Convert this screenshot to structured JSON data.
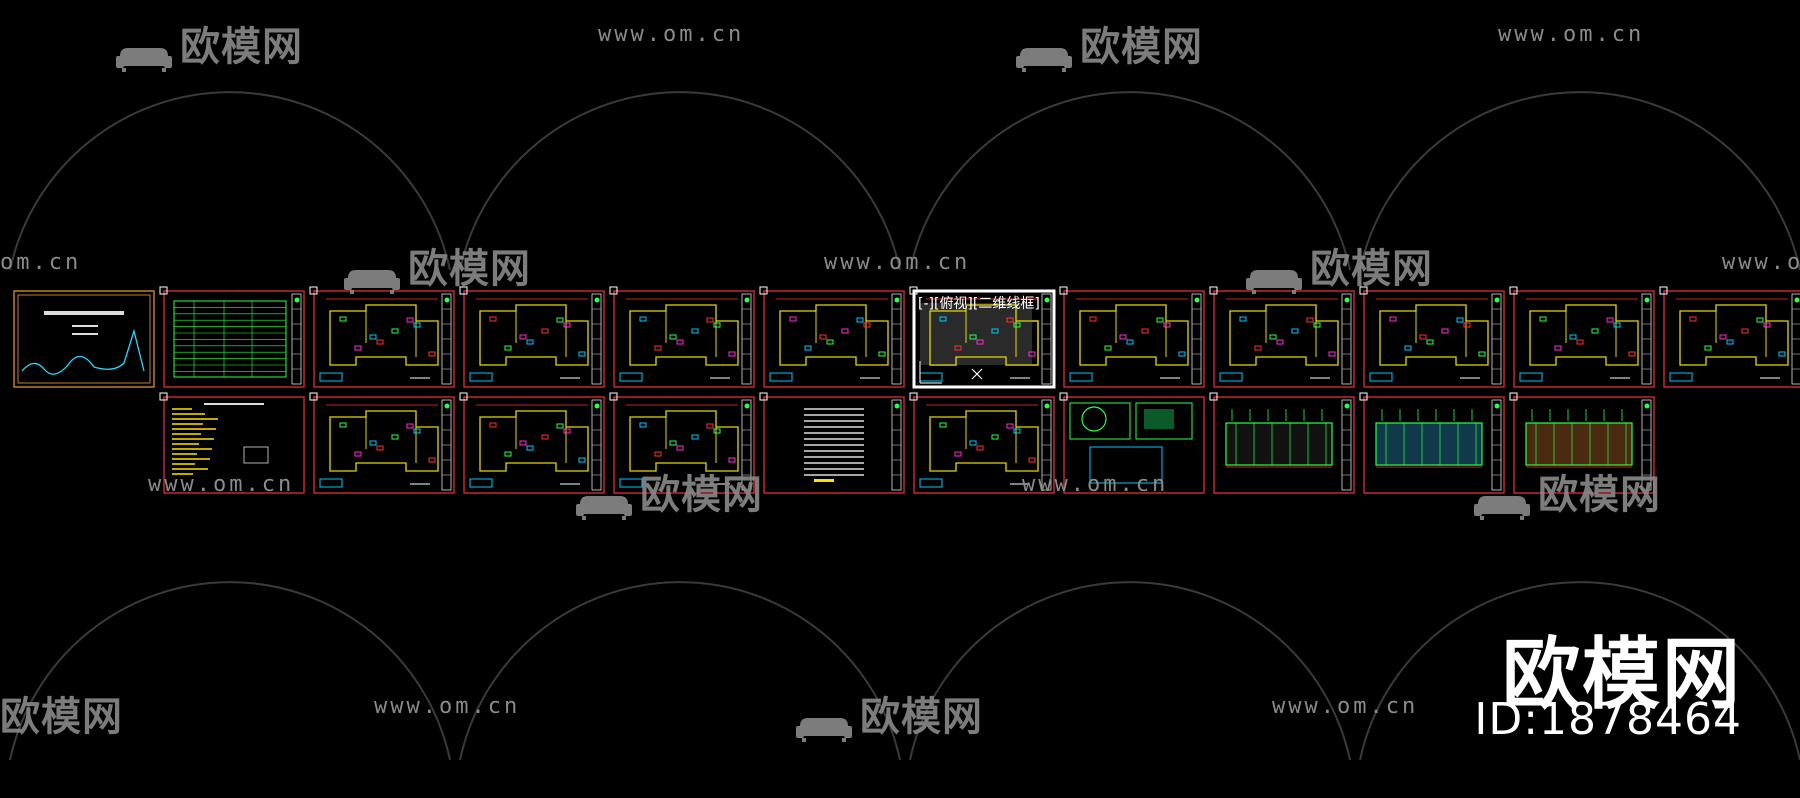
{
  "canvas": {
    "background": "#000000",
    "frame_color": "#c0282d",
    "selected_color": "#ffffff",
    "grip_color": "#ffffff"
  },
  "watermark": {
    "logo_text": "欧模网",
    "url_text": "www.om.cn",
    "url_fragment": "om.cn",
    "logo_fragment": "欧模网",
    "color": "#8a8a8a"
  },
  "badge": {
    "title": "欧模网",
    "id_text": "ID:1878464"
  },
  "selected_sheet": {
    "label": "[-][俯视][二维线框]"
  },
  "sheets": {
    "row1": [
      {
        "kind": "cover"
      },
      {
        "kind": "table"
      },
      {
        "kind": "plan"
      },
      {
        "kind": "plan"
      },
      {
        "kind": "plan"
      },
      {
        "kind": "plan"
      },
      {
        "kind": "plan",
        "selected": true
      },
      {
        "kind": "plan"
      },
      {
        "kind": "plan"
      },
      {
        "kind": "plan"
      },
      {
        "kind": "plan"
      },
      {
        "kind": "plan"
      }
    ],
    "row2": [
      {
        "kind": "notes"
      },
      {
        "kind": "plan"
      },
      {
        "kind": "plan"
      },
      {
        "kind": "plan"
      },
      {
        "kind": "legend"
      },
      {
        "kind": "plan"
      },
      {
        "kind": "detail"
      },
      {
        "kind": "elevation"
      },
      {
        "kind": "elevation"
      },
      {
        "kind": "elevation"
      }
    ]
  }
}
